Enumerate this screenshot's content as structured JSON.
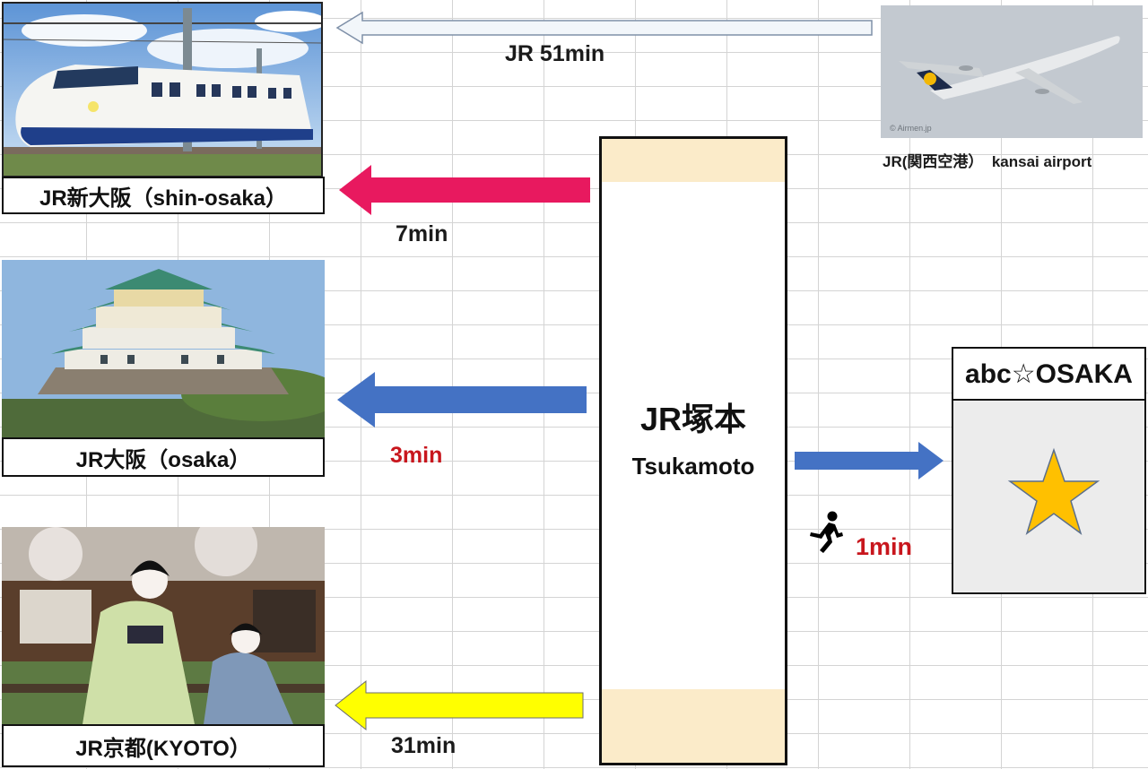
{
  "stations": {
    "shin_osaka": {
      "caption": "JR新大阪（shin-osaka）",
      "time": "7min"
    },
    "osaka": {
      "caption": "JR大阪（osaka）",
      "time": "3min"
    },
    "kyoto": {
      "caption": "JR京都(KYOTO）",
      "time": "31min"
    },
    "airport": {
      "caption": "JR(関西空港）  kansai airport",
      "time": "JR 51min",
      "photo_credit": "© Airmen.jp"
    }
  },
  "center": {
    "name_jp": "JR塚本",
    "name_en": "Tsukamoto"
  },
  "destination": {
    "name": "abc☆OSAKA",
    "walk_time": "1min"
  },
  "icons": {
    "walk": "walking-person-icon",
    "star": "star-icon"
  },
  "colors": {
    "shin_osaka_arrow": "#e8195f",
    "osaka_arrow": "#4472c4",
    "kyoto_arrow": "#ffff00",
    "airport_arrow": "#f2f6fa",
    "walk_arrow": "#4472c4",
    "star": "#ffc000",
    "station_band": "#fbebc9",
    "time_highlight": "#c8161d"
  }
}
